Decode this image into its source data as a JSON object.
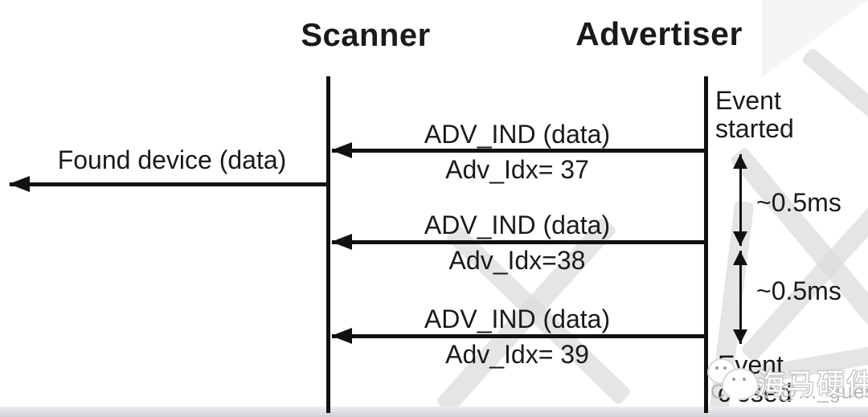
{
  "diagram": {
    "actors": [
      {
        "name": "Scanner"
      },
      {
        "name": "Advertiser"
      }
    ],
    "found_message": "Found device (data)",
    "messages": [
      {
        "name": "ADV_IND (data)",
        "index_label": "Adv_Idx= 37"
      },
      {
        "name": "ADV_IND (data)",
        "index_label": "Adv_Idx=38"
      },
      {
        "name": "ADV_IND (data)",
        "index_label": "Adv_Idx= 39"
      }
    ],
    "timeline": {
      "event_started": "Event\nstarted",
      "event_closed": "Event\nclosed",
      "intervals": [
        {
          "label": "~0.5ms"
        },
        {
          "label": "~0.5ms"
        }
      ]
    }
  },
  "watermark": {
    "brand": "海马硬件",
    "credit": "CSDN @..._guest"
  },
  "colors": {
    "ink": "#111111",
    "watermark_gray": "#dcdcdf",
    "credit_gray": "#b7b7ba"
  }
}
